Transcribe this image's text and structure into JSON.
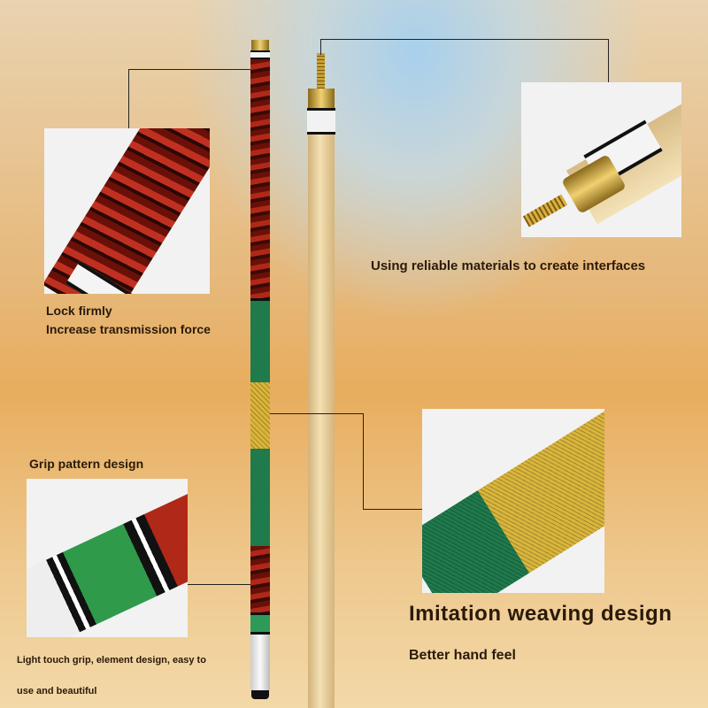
{
  "callouts": {
    "joint": {
      "title": "Lock firmly",
      "subtitle": "Increase transmission force"
    },
    "pin": {
      "title": "Using reliable materials to create interfaces"
    },
    "grip": {
      "title": "Grip pattern design",
      "line1": "Light touch grip, element design, easy to",
      "line2": "use and beautiful"
    },
    "weave": {
      "title": "Imitation weaving design",
      "subtitle": "Better hand feel"
    }
  },
  "colors": {
    "wood": "#e8cf9a",
    "red_burl": "#8e1e14",
    "green": "#1e7a4a",
    "yellow": "#d8b33a",
    "brass": "#c9a035"
  }
}
